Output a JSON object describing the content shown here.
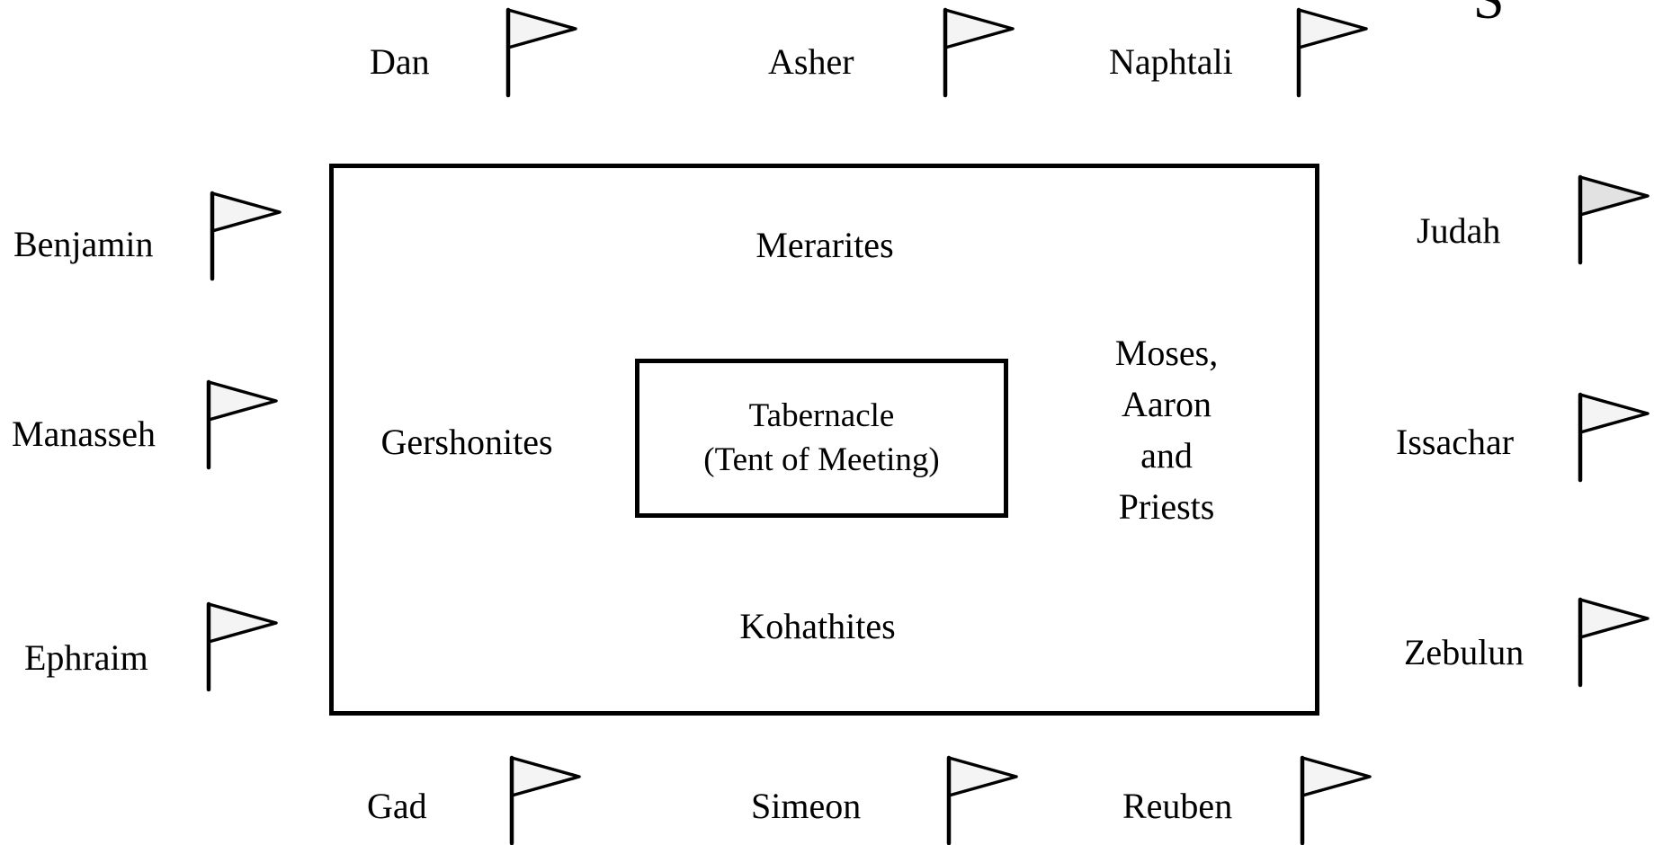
{
  "colors": {
    "flag_fill": "#f4f4f4",
    "flag_fill_judah": "#e2e2e2",
    "line": "#000000"
  },
  "corner_mark": "S",
  "tribes": {
    "north": [
      "Dan",
      "Asher",
      "Naphtali"
    ],
    "west": [
      "Benjamin",
      "Manasseh",
      "Ephraim"
    ],
    "east": [
      "Judah",
      "Issachar",
      "Zebulun"
    ],
    "south": [
      "Gad",
      "Simeon",
      "Reuben"
    ]
  },
  "levites": {
    "north": "Merarites",
    "west": "Gershonites",
    "south": "Kohathites",
    "east": [
      "Moses,",
      "Aaron",
      "and",
      "Priests"
    ]
  },
  "tabernacle": {
    "name": "Tabernacle",
    "subtitle": "(Tent of Meeting)"
  },
  "flag_icon": "pennant-flag-icon"
}
